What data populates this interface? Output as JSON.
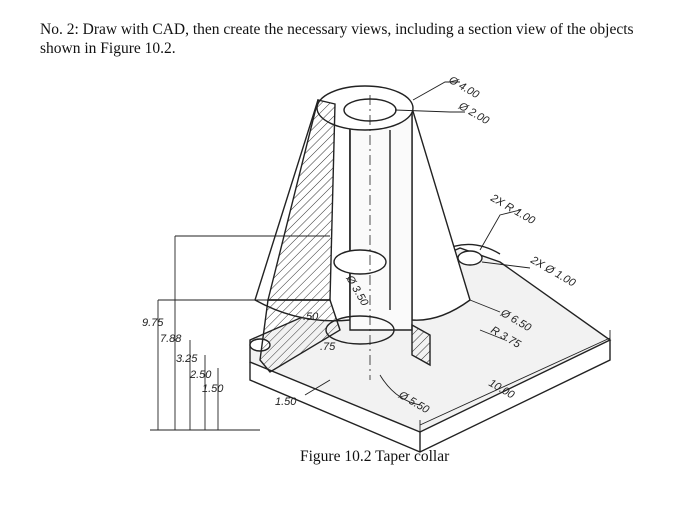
{
  "prompt": {
    "line1": "No. 2: Draw with CAD, then create the necessary views, including a section view of the objects",
    "line2": "shown in Figure 10.2."
  },
  "caption": "Figure 10.2 Taper collar",
  "dimensions": {
    "d_400": "Ø 4.00",
    "d_200": "Ø 2.00",
    "r_100": "2X R 1.00",
    "d_100": "2X Ø 1.00",
    "d_650": "Ø 6.50",
    "r_375": "R 3.75",
    "len_1000": "10.00",
    "d_350": "Ø 3.50",
    "d_550": "Ø 5.50",
    "h_975": "9.75",
    "h_788": "7.88",
    "h_325": "3.25",
    "h_250": "2.50",
    "h_150": "1.50",
    "w_150": "1.50",
    "t_050": ".50",
    "t_075": ".75"
  }
}
